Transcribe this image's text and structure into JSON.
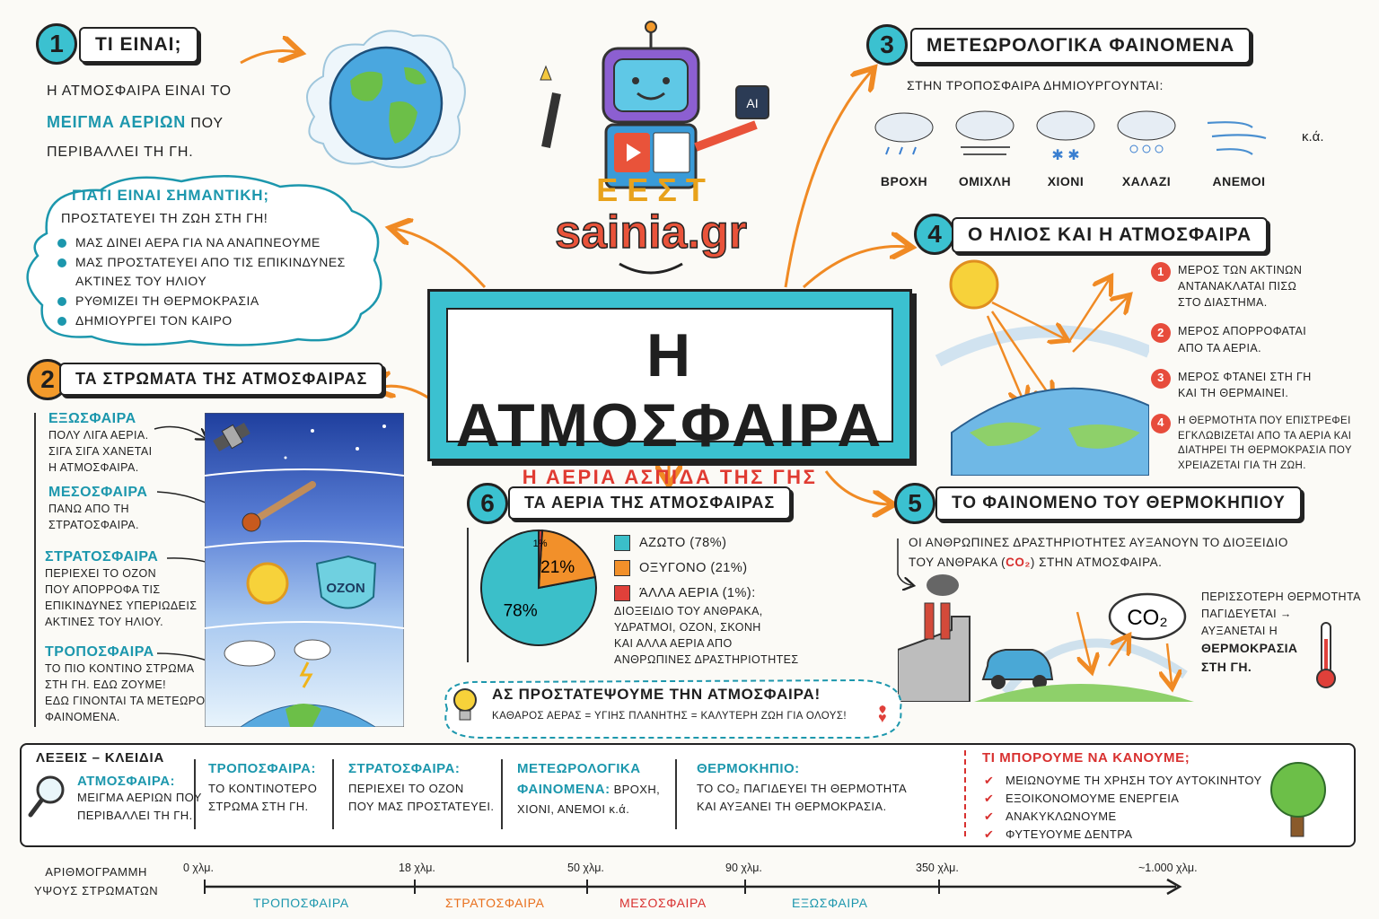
{
  "title": {
    "main": "Η ΑΤΜΟΣΦΑΙΡΑ",
    "subtitle": "Η ΑΕΡΙΑ ΑΣΠΙΔΑ ΤΗΣ ΓΗΣ"
  },
  "logo": {
    "text": "sainia.gr",
    "letters": "Ε Ε Σ Τ",
    "chip": "AI"
  },
  "s1": {
    "num": "1",
    "heading": "ΤΙ ΕΙΝΑΙ;",
    "line1": "Η ΑΤΜΟΣΦΑΙΡΑ ΕΙΝΑΙ ΤΟ",
    "highlight": "ΜΕΙΓΜΑ ΑΕΡΙΩΝ",
    "line2_tail": "ΠΟΥ",
    "line3": "ΠΕΡΙΒΑΛΛΕΙ ΤΗ ΓΗ."
  },
  "why": {
    "heading": "ΓΙΑΤΙ ΕΙΝΑΙ ΣΗΜΑΝΤΙΚΗ;",
    "intro": "ΠΡΟΣΤΑΤΕΥΕΙ ΤΗ ΖΩΗ ΣΤΗ ΓΗ!",
    "items": [
      "ΜΑΣ ΔΙΝΕΙ ΑΕΡΑ ΓΙΑ ΝΑ ΑΝΑΠΝΕΟΥΜΕ",
      "ΜΑΣ ΠΡΟΣΤΑΤΕΥΕΙ ΑΠΟ ΤΙΣ ΕΠΙΚΙΝΔΥΝΕΣ ΑΚΤΙΝΕΣ ΤΟΥ ΗΛΙΟΥ",
      "ΡΥΘΜΙΖΕΙ ΤΗ ΘΕΡΜΟΚΡΑΣΙΑ",
      "ΔΗΜΙΟΥΡΓΕΙ ΤΟΝ ΚΑΙΡΟ"
    ]
  },
  "s2": {
    "num": "2",
    "heading": "ΤΑ ΣΤΡΩΜΑΤΑ ΤΗΣ ΑΤΜΟΣΦΑΙΡΑΣ",
    "layers": [
      {
        "name": "ΕΞΩΣΦΑΙΡΑ",
        "desc": [
          "ΠΟΛΥ ΛΙΓΑ ΑΕΡΙΑ.",
          "ΣΙΓΑ ΣΙΓΑ ΧΑΝΕΤΑΙ",
          "Η ΑΤΜΟΣΦΑΙΡΑ."
        ]
      },
      {
        "name": "ΜΕΣΟΣΦΑΙΡΑ",
        "desc": [
          "ΠΑΝΩ ΑΠΟ ΤΗ",
          "ΣΤΡΑΤΟΣΦΑΙΡΑ."
        ]
      },
      {
        "name": "ΣΤΡΑΤΟΣΦΑΙΡΑ",
        "desc": [
          "ΠΕΡΙΕΧΕΙ ΤΟ ΟΖΟΝ",
          "ΠΟΥ ΑΠΟΡΡΟΦΑ ΤΙΣ",
          "ΕΠΙΚΙΝΔΥΝΕΣ ΥΠΕΡΙΩΔΕΙΣ",
          "ΑΚΤΙΝΕΣ ΤΟΥ ΗΛΙΟΥ."
        ]
      },
      {
        "name": "ΤΡΟΠΟΣΦΑΙΡΑ",
        "desc": [
          "ΤΟ ΠΙΟ ΚΟΝΤΙΝΟ ΣΤΡΩΜΑ",
          "ΣΤΗ ΓΗ. ΕΔΩ ΖΟΥΜΕ!",
          "ΕΔΩ ΓΙΝΟΝΤΑΙ ΤΑ ΜΕΤΕΩΡΟΛΟΓΙΚΑ",
          "ΦΑΙΝΟΜΕΝΑ."
        ]
      }
    ],
    "ozone": "OZON"
  },
  "s3": {
    "num": "3",
    "heading": "ΜΕΤΕΩΡΟΛΟΓΙΚΑ ΦΑΙΝΟΜΕΝΑ",
    "intro": "ΣΤΗΝ ΤΡΟΠΟΣΦΑΙΡΑ ΔΗΜΙΟΥΡΓΟΥΝΤΑΙ:",
    "items": [
      "ΒΡΟΧΗ",
      "ΟΜΙΧΛΗ",
      "ΧΙΟΝΙ",
      "ΧΑΛΑΖΙ",
      "ΑΝΕΜΟΙ"
    ],
    "etc": "κ.ά."
  },
  "s4": {
    "num": "4",
    "heading": "Ο ΗΛΙΟΣ ΚΑΙ Η ΑΤΜΟΣΦΑΙΡΑ",
    "points": [
      {
        "n": "1",
        "lines": [
          "ΜΕΡΟΣ ΤΩΝ ΑΚΤΙΝΩΝ",
          "ΑΝΤΑΝΑΚΛΑΤΑΙ ΠΙΣΩ",
          "ΣΤΟ ΔΙΑΣΤΗΜΑ."
        ]
      },
      {
        "n": "2",
        "lines": [
          "ΜΕΡΟΣ ΑΠΟΡΡΟΦΑΤΑΙ",
          "ΑΠΟ ΤΑ ΑΕΡΙΑ."
        ]
      },
      {
        "n": "3",
        "lines": [
          "ΜΕΡΟΣ ΦΤΑΝΕΙ ΣΤΗ ΓΗ",
          "ΚΑΙ ΤΗ ΘΕΡΜΑΙΝΕΙ."
        ]
      },
      {
        "n": "4",
        "lines": [
          "Η ΘΕΡΜΟΤΗΤΑ ΠΟΥ ΕΠΙΣΤΡΕΦΕΙ",
          "ΕΓΚΛΩΒΙΖΕΤΑΙ ΑΠΟ ΤΑ ΑΕΡΙΑ ΚΑΙ",
          "ΔΙΑΤΗΡΕΙ ΤΗ ΘΕΡΜΟΚΡΑΣΙΑ ΠΟΥ",
          "ΧΡΕΙΑΖΕΤΑΙ ΓΙΑ ΤΗ ΖΩΗ."
        ]
      }
    ]
  },
  "s5": {
    "num": "5",
    "heading": "ΤΟ ΦΑΙΝΟΜΕΝΟ ΤΟΥ ΘΕΡΜΟΚΗΠΙΟΥ",
    "line1": "ΟΙ ΑΝΘΡΩΠΙΝΕΣ ΔΡΑΣΤΗΡΙΟΤΗΤΕΣ ΑΥΞΑΝΟΥΝ ΤΟ ΔΙΟΞΕΙΔΙΟ",
    "line2a": "ΤΟΥ ΑΝΘΡΑΚΑ (",
    "co2": "CO₂",
    "line2b": ") ΣΤΗΝ ΑΤΜΟΣΦΑΙΡΑ.",
    "cloud": "CO₂",
    "side": [
      "ΠΕΡΙΣΣΟΤΕΡΗ ΘΕΡΜΟΤΗΤΑ",
      "ΠΑΓΙΔΕΥΕΤΑΙ →",
      "ΑΥΞΑΝΕΤΑΙ Η"
    ],
    "side_bold": [
      "ΘΕΡΜΟΚΡΑΣΙΑ",
      "ΣΤΗ ΓΗ."
    ]
  },
  "s6": {
    "num": "6",
    "heading": "ΤΑ ΑΕΡΙΑ ΤΗΣ ΑΤΜΟΣΦΑΙΡΑΣ",
    "legend": [
      {
        "label": "ΑΖΩΤΟ (78%)",
        "color": "#3bbfc9"
      },
      {
        "label": "ΟΞΥΓΟΝΟ (21%)",
        "color": "#f2902a"
      },
      {
        "label": "ΆΛΛΑ ΑΕΡΙΑ (1%):",
        "color": "#e0403a"
      }
    ],
    "other_desc": [
      "ΔΙΟΞΕΙΔΙΟ ΤΟΥ ΑΝΘΡΑΚΑ,",
      "ΥΔΡΑΤΜΟΙ, ΟΖΟΝ, ΣΚΟΝΗ",
      "ΚΑΙ ΑΛΛΑ ΑΕΡΙΑ ΑΠΟ",
      "ΑΝΘΡΩΠΙΝΕΣ ΔΡΑΣΤΗΡΙΟΤΗΤΕΣ"
    ],
    "pie_labels": [
      "78%",
      "21%",
      "1%"
    ]
  },
  "chart_data": {
    "type": "pie",
    "categories": [
      "ΑΖΩΤΟ",
      "ΟΞΥΓΟΝΟ",
      "ΆΛΛΑ ΑΕΡΙΑ"
    ],
    "values": [
      78,
      21,
      1
    ],
    "colors": [
      "#3bbfc9",
      "#f2902a",
      "#e0403a"
    ]
  },
  "protect": {
    "heading": "ΑΣ ΠΡΟΣΤΑΤΕΨΟΥΜΕ ΤΗΝ ΑΤΜΟΣΦΑΙΡΑ!",
    "sub": "ΚΑΘΑΡΟΣ ΑΕΡΑΣ = ΥΓΙΗΣ ΠΛΑΝΗΤΗΣ = ΚΑΛΥΤΕΡΗ ΖΩΗ ΓΙΑ ΟΛΟΥΣ!"
  },
  "keywords": {
    "heading": "ΛΕΞΕΙΣ – ΚΛΕΙΔΙΑ",
    "k1": {
      "term": "ΑΤΜΟΣΦΑΙΡΑ:",
      "desc": [
        "ΜΕΙΓΜΑ ΑΕΡΙΩΝ ΠΟΥ",
        "ΠΕΡΙΒΑΛΛΕΙ ΤΗ ΓΗ."
      ]
    },
    "k2": {
      "term": "ΤΡΟΠΟΣΦΑΙΡΑ:",
      "desc": [
        "ΤΟ ΚΟΝΤΙΝΟΤΕΡΟ",
        "ΣΤΡΩΜΑ ΣΤΗ ΓΗ."
      ]
    },
    "k3": {
      "term": "ΣΤΡΑΤΟΣΦΑΙΡΑ:",
      "desc": [
        "ΠΕΡΙΕΧΕΙ ΤΟ ΟΖΟΝ",
        "ΠΟΥ ΜΑΣ ΠΡΟΣΤΑΤΕΥΕΙ."
      ]
    },
    "k4": {
      "term": "ΜΕΤΕΩΡΟΛΟΓΙΚΑ",
      "term2": "ΦΑΙΝΟΜΕΝΑ:",
      "desc_tail": "ΒΡΟΧΗ,",
      "desc": "ΧΙΟΝΙ, ΑΝΕΜΟΙ κ.ά."
    },
    "k5": {
      "term": "ΘΕΡΜΟΚΗΠΙΟ:",
      "desc": [
        "ΤΟ CO₂ ΠΑΓΙΔΕΥΕΙ ΤΗ ΘΕΡΜΟΤΗΤΑ",
        "ΚΑΙ ΑΥΞΑΝΕΙ ΤΗ ΘΕΡΜΟΚΡΑΣΙΑ."
      ]
    }
  },
  "actions": {
    "heading": "ΤΙ ΜΠΟΡΟΥΜΕ ΝΑ ΚΑΝΟΥΜΕ;",
    "items": [
      "ΜΕΙΩΝΟΥΜΕ ΤΗ ΧΡΗΣΗ ΤΟΥ ΑΥΤΟΚΙΝΗΤΟΥ",
      "ΕΞΟΙΚΟΝΟΜΟΥΜΕ ΕΝΕΡΓΕΙΑ",
      "ΑΝΑΚΥΚΛΩΝΟΥΜΕ",
      "ΦΥΤΕΥΟΥΜΕ ΔΕΝΤΡΑ"
    ]
  },
  "numberline": {
    "label": [
      "ΑΡΙΘΜΟΓΡΑΜΜΗ",
      "ΥΨΟΥΣ ΣΤΡΩΜΑΤΩΝ"
    ],
    "ticks": [
      "0 χλμ.",
      "18 χλμ.",
      "50 χλμ.",
      "90 χλμ.",
      "350 χλμ.",
      "~1.000 χλμ."
    ],
    "segments": [
      {
        "label": "ΤΡΟΠΟΣΦΑΙΡΑ",
        "color": "#1c97ad"
      },
      {
        "label": "ΣΤΡΑΤΟΣΦΑΙΡΑ",
        "color": "#e8701e"
      },
      {
        "label": "ΜΕΣΟΣΦΑΙΡΑ",
        "color": "#d8302f"
      },
      {
        "label": "ΕΞΩΣΦΑΙΡΑ",
        "color": "#1c97ad"
      }
    ]
  }
}
